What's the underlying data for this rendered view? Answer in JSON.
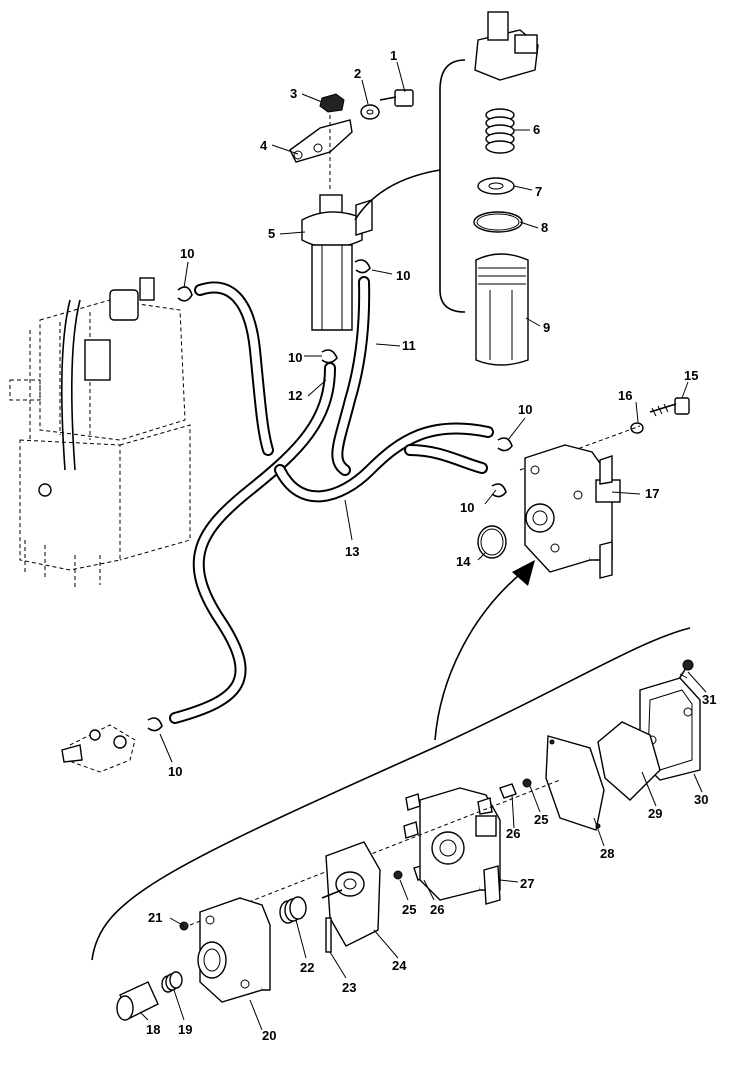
{
  "callouts": [
    {
      "id": "c1",
      "label": "1"
    },
    {
      "id": "c2",
      "label": "2"
    },
    {
      "id": "c3",
      "label": "3"
    },
    {
      "id": "c4",
      "label": "4"
    },
    {
      "id": "c5",
      "label": "5"
    },
    {
      "id": "c6",
      "label": "6"
    },
    {
      "id": "c7",
      "label": "7"
    },
    {
      "id": "c8",
      "label": "8"
    },
    {
      "id": "c9",
      "label": "9"
    },
    {
      "id": "c10a",
      "label": "10"
    },
    {
      "id": "c10b",
      "label": "10"
    },
    {
      "id": "c10c",
      "label": "10"
    },
    {
      "id": "c10d",
      "label": "10"
    },
    {
      "id": "c10e",
      "label": "10"
    },
    {
      "id": "c10f",
      "label": "10"
    },
    {
      "id": "c11",
      "label": "11"
    },
    {
      "id": "c12",
      "label": "12"
    },
    {
      "id": "c13",
      "label": "13"
    },
    {
      "id": "c14",
      "label": "14"
    },
    {
      "id": "c15",
      "label": "15"
    },
    {
      "id": "c16",
      "label": "16"
    },
    {
      "id": "c17",
      "label": "17"
    },
    {
      "id": "c18",
      "label": "18"
    },
    {
      "id": "c19",
      "label": "19"
    },
    {
      "id": "c20",
      "label": "20"
    },
    {
      "id": "c21",
      "label": "21"
    },
    {
      "id": "c22",
      "label": "22"
    },
    {
      "id": "c23",
      "label": "23"
    },
    {
      "id": "c24",
      "label": "24"
    },
    {
      "id": "c25a",
      "label": "25"
    },
    {
      "id": "c25b",
      "label": "25"
    },
    {
      "id": "c26a",
      "label": "26"
    },
    {
      "id": "c26b",
      "label": "26"
    },
    {
      "id": "c27",
      "label": "27"
    },
    {
      "id": "c28",
      "label": "28"
    },
    {
      "id": "c29",
      "label": "29"
    },
    {
      "id": "c30",
      "label": "30"
    },
    {
      "id": "c31",
      "label": "31"
    }
  ]
}
